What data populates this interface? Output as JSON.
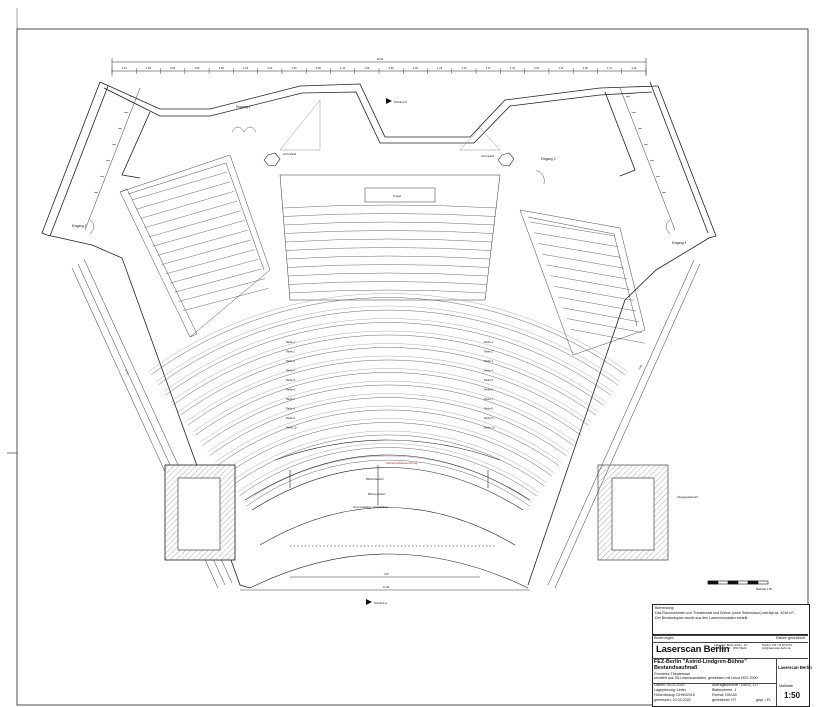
{
  "drawing": {
    "rooms": {
      "eingang1": "Eingang 1",
      "eingang2": "Eingang 2",
      "eingang3": "Eingang 3",
      "eingang4": "Eingang 4",
      "foyer_left": "Licht-Stand",
      "foyer_right": "Licht-Stand",
      "schnitt_top": "Schnitt A-A",
      "schnitt_bottom": "Schnitt A-A",
      "stage_main": "Bühnenbereich",
      "stage_sub": "Kommunikation / Vorderbühne",
      "stage_point": "Bühnenpodest",
      "treppe": "Treppe",
      "notice": "Sicherheitsbeleuchtung",
      "side_right": "Übergangsbereich",
      "rows": [
        "Reihe 1",
        "Reihe 2",
        "Reihe 3",
        "Reihe 4",
        "Reihe 5",
        "Reihe 6",
        "Reihe 7",
        "Reihe 8",
        "Reihe 9",
        "Reihe 10"
      ],
      "mast_label": "Maßstab 1:50"
    },
    "dims": {
      "top_total": "22.22",
      "bottom_total": "12.09",
      "bottom_mid": "7.30",
      "left_side": "6.76",
      "right_side": "2.84",
      "segments": [
        "1.34",
        "1.03",
        "0.82",
        "1.05",
        "0.99",
        "1.22",
        "1.33",
        "1.35",
        "0.90",
        "1.12",
        "1.06",
        "0.66",
        "1.42",
        "1.26",
        "1.70",
        "1.37",
        "1.07",
        "1.02",
        "1.41",
        "0.96",
        "1.17",
        "1.42"
      ]
    }
  },
  "titleblock": {
    "remarks_title": "Bemerkung:",
    "remarks_text": "Das Raumvolumen von Theatersaal und Bühne (ohne Seitenraum) beträgt ca. 4016 m³.",
    "remarks_text2": "Der Bestandsplan wurde aus den Lasermessdaten erstellt.",
    "changes_label": "Änderungen",
    "date_label": "Datum",
    "sign_label": "gezeichnet",
    "company": "Laserscan Berlin",
    "company_small": "Laserscan Berlin",
    "company_addr": "Laserscan Berlin GmbH · Am Borsigturm 13 · 13507 Berlin",
    "company_contact": "Telefon: 030 / 43 02 93 61 · info@laserscan-berlin.de",
    "project": "FEZ-Berlin \"Astrid-Lindgren-Bühne\"",
    "project_sub": "Bestandsaufmaß",
    "plan_type": "Grundriss Theatersaal",
    "plan_method": "ermittelt aus 3D-Laserscandaten, gemessen mit Leica HDS 7000",
    "scale_label": "Maßstab",
    "scale": "1:50",
    "rows": [
      {
        "a": "Datum: 25.03.2020",
        "b": "Auftragsnummer: 19823_1.0"
      },
      {
        "a": "Lageplanung: Leder",
        "b": "Blattnummer: 1"
      },
      {
        "a": "Höhenbezug: DHHN2016",
        "b": "Format: DIN A0"
      },
      {
        "a": "gemessen: 10.03.2020",
        "b": "gezeichnet: HT"
      }
    ],
    "approved": "gepr. / Fr."
  }
}
